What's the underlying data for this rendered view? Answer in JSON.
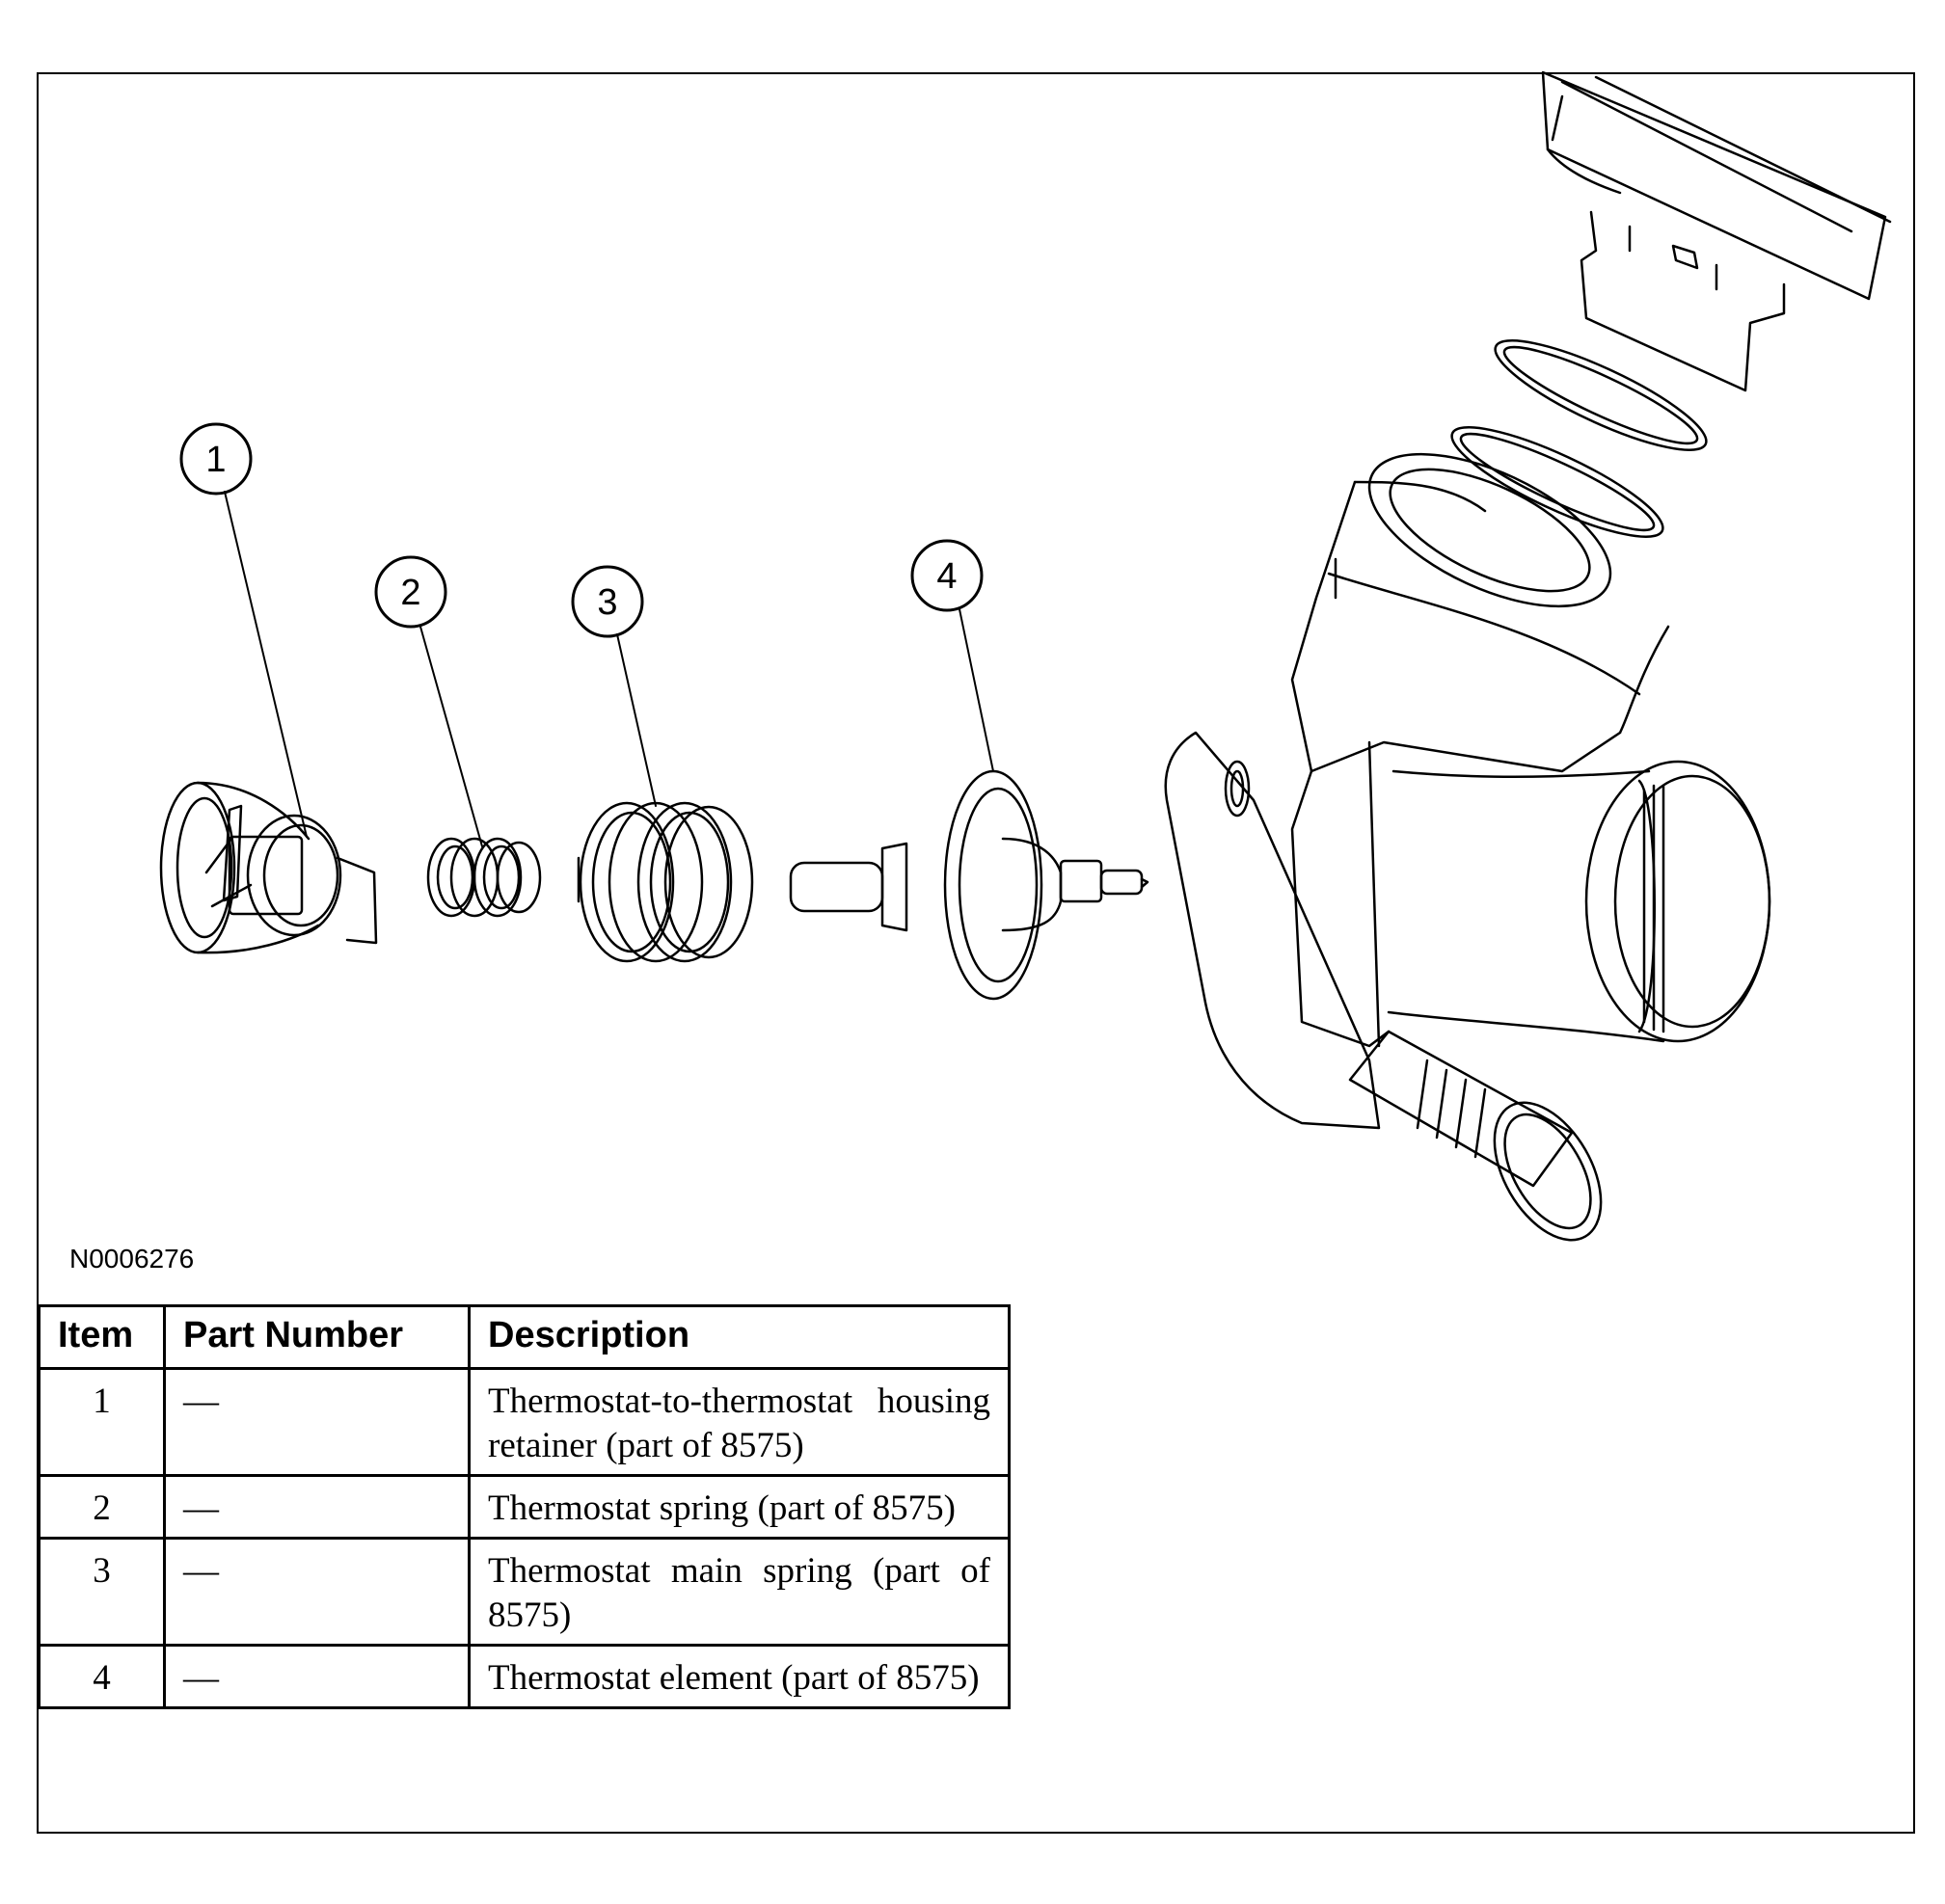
{
  "figure_id": "N0006276",
  "callouts": [
    "1",
    "2",
    "3",
    "4"
  ],
  "table": {
    "headers": {
      "item": "Item",
      "part_number": "Part Number",
      "description": "Description"
    },
    "rows": [
      {
        "item": "1",
        "part_number": "—",
        "description": "Thermostat-to-thermostat housing retainer (part of 8575)"
      },
      {
        "item": "2",
        "part_number": "—",
        "description": "Thermostat spring (part of 8575)"
      },
      {
        "item": "3",
        "part_number": "—",
        "description": "Thermostat main spring (part of 8575)"
      },
      {
        "item": "4",
        "part_number": "—",
        "description": "Thermostat element (part of 8575)"
      }
    ]
  }
}
